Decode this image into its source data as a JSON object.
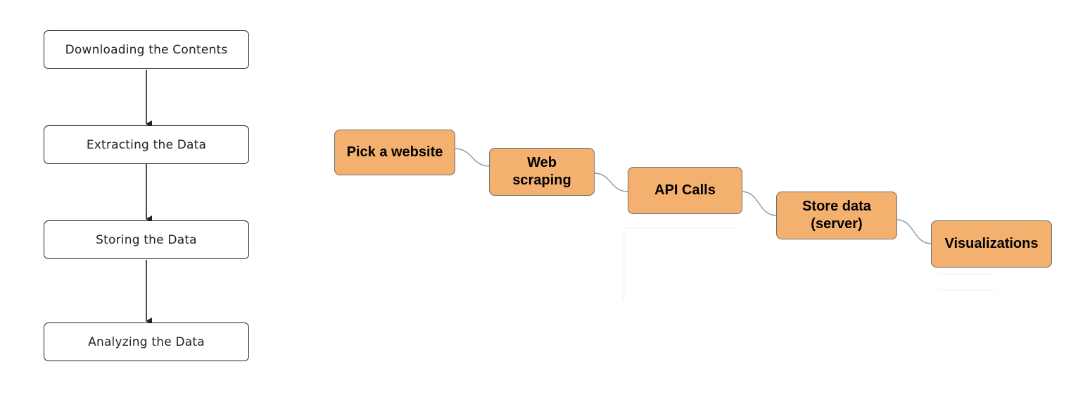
{
  "left_flow": {
    "steps": [
      "Downloading the Contents",
      "Extracting the Data",
      "Storing the Data",
      "Analyzing the Data"
    ]
  },
  "right_flow": {
    "steps": [
      "Pick a website",
      "Web\nscraping",
      "API Calls",
      "Store data\n(server)",
      "Visualizations"
    ],
    "box_fill": "#f4b06e",
    "box_border": "#6e6e6e",
    "connector_color": "#8a9aa6"
  }
}
